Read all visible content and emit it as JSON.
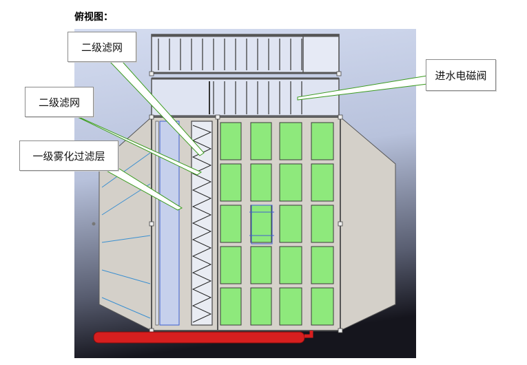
{
  "title": "俯视图：",
  "callouts": [
    {
      "id": "secondary-filter-1",
      "text": "二级滤网"
    },
    {
      "id": "secondary-filter-2",
      "text": "二级滤网"
    },
    {
      "id": "primary-mist-filter",
      "text": "一级雾化过滤层"
    },
    {
      "id": "inlet-solenoid-valve",
      "text": "进水电磁阀"
    }
  ],
  "colors": {
    "background_gradient_top": "#c9d3ea",
    "background_gradient_bottom": "#1a1a24",
    "housing": "#d6d2cb",
    "filter_block": "#8aea7a",
    "pipe": "#d61f1f",
    "leader_line": "#3b9b1f"
  }
}
